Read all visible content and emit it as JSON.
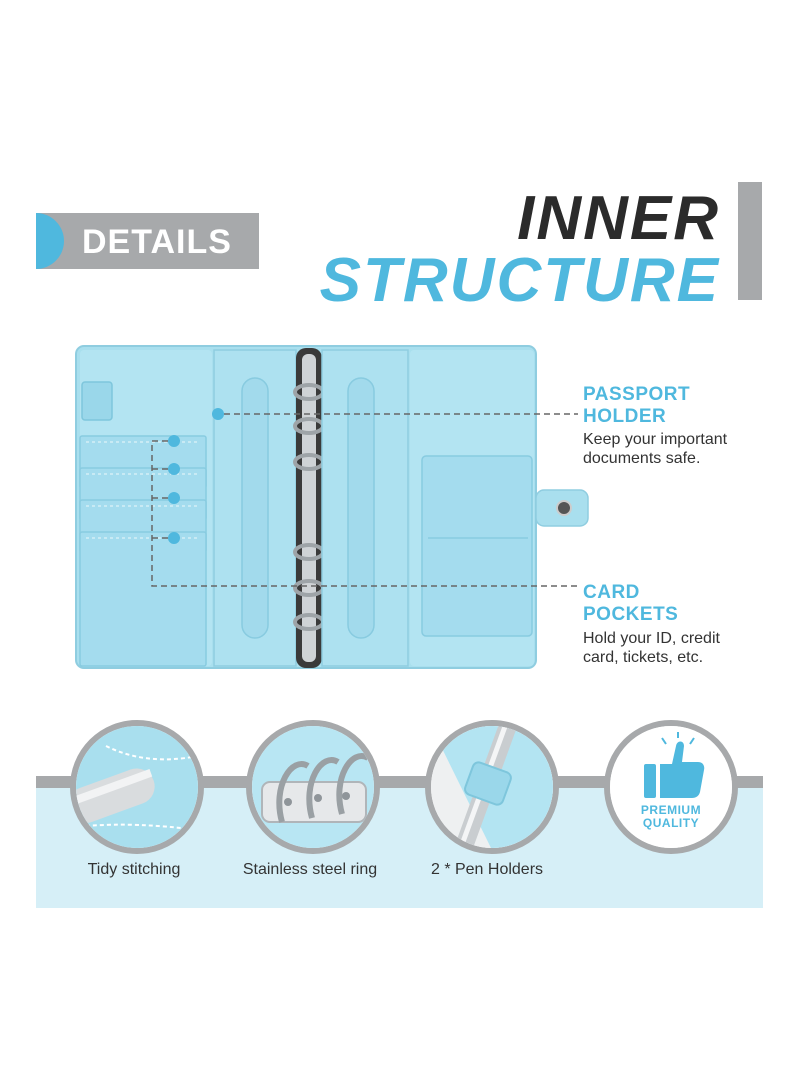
{
  "badge": {
    "label": "DETAILS"
  },
  "heading": {
    "line1": "INNER",
    "line2": "STRUCTURE"
  },
  "callouts": {
    "passport": {
      "title_line1": "PASSPORT",
      "title_line2": "HOLDER",
      "desc_line1": "Keep your important",
      "desc_line2": "documents safe."
    },
    "cards": {
      "title_line1": "CARD",
      "title_line2": "POCKETS",
      "desc_line1": "Hold your ID, credit",
      "desc_line2": "card, tickets, etc."
    }
  },
  "features": [
    {
      "label": "Tidy stitching",
      "icon": "stitching-closeup"
    },
    {
      "label": "Stainless steel ring",
      "icon": "binder-ring-closeup"
    },
    {
      "label": "2 * Pen Holders",
      "icon": "pen-holder-closeup"
    },
    {
      "label": "PREMIUM QUALITY",
      "label_line1": "PREMIUM",
      "label_line2": "QUALITY",
      "icon": "thumbs-up-icon"
    }
  ],
  "colors": {
    "accent": "#4fb8de",
    "grey": "#a7a9ab",
    "dark": "#2b2b2b",
    "planner": "#a9dfee",
    "band": "#d6eff7"
  }
}
